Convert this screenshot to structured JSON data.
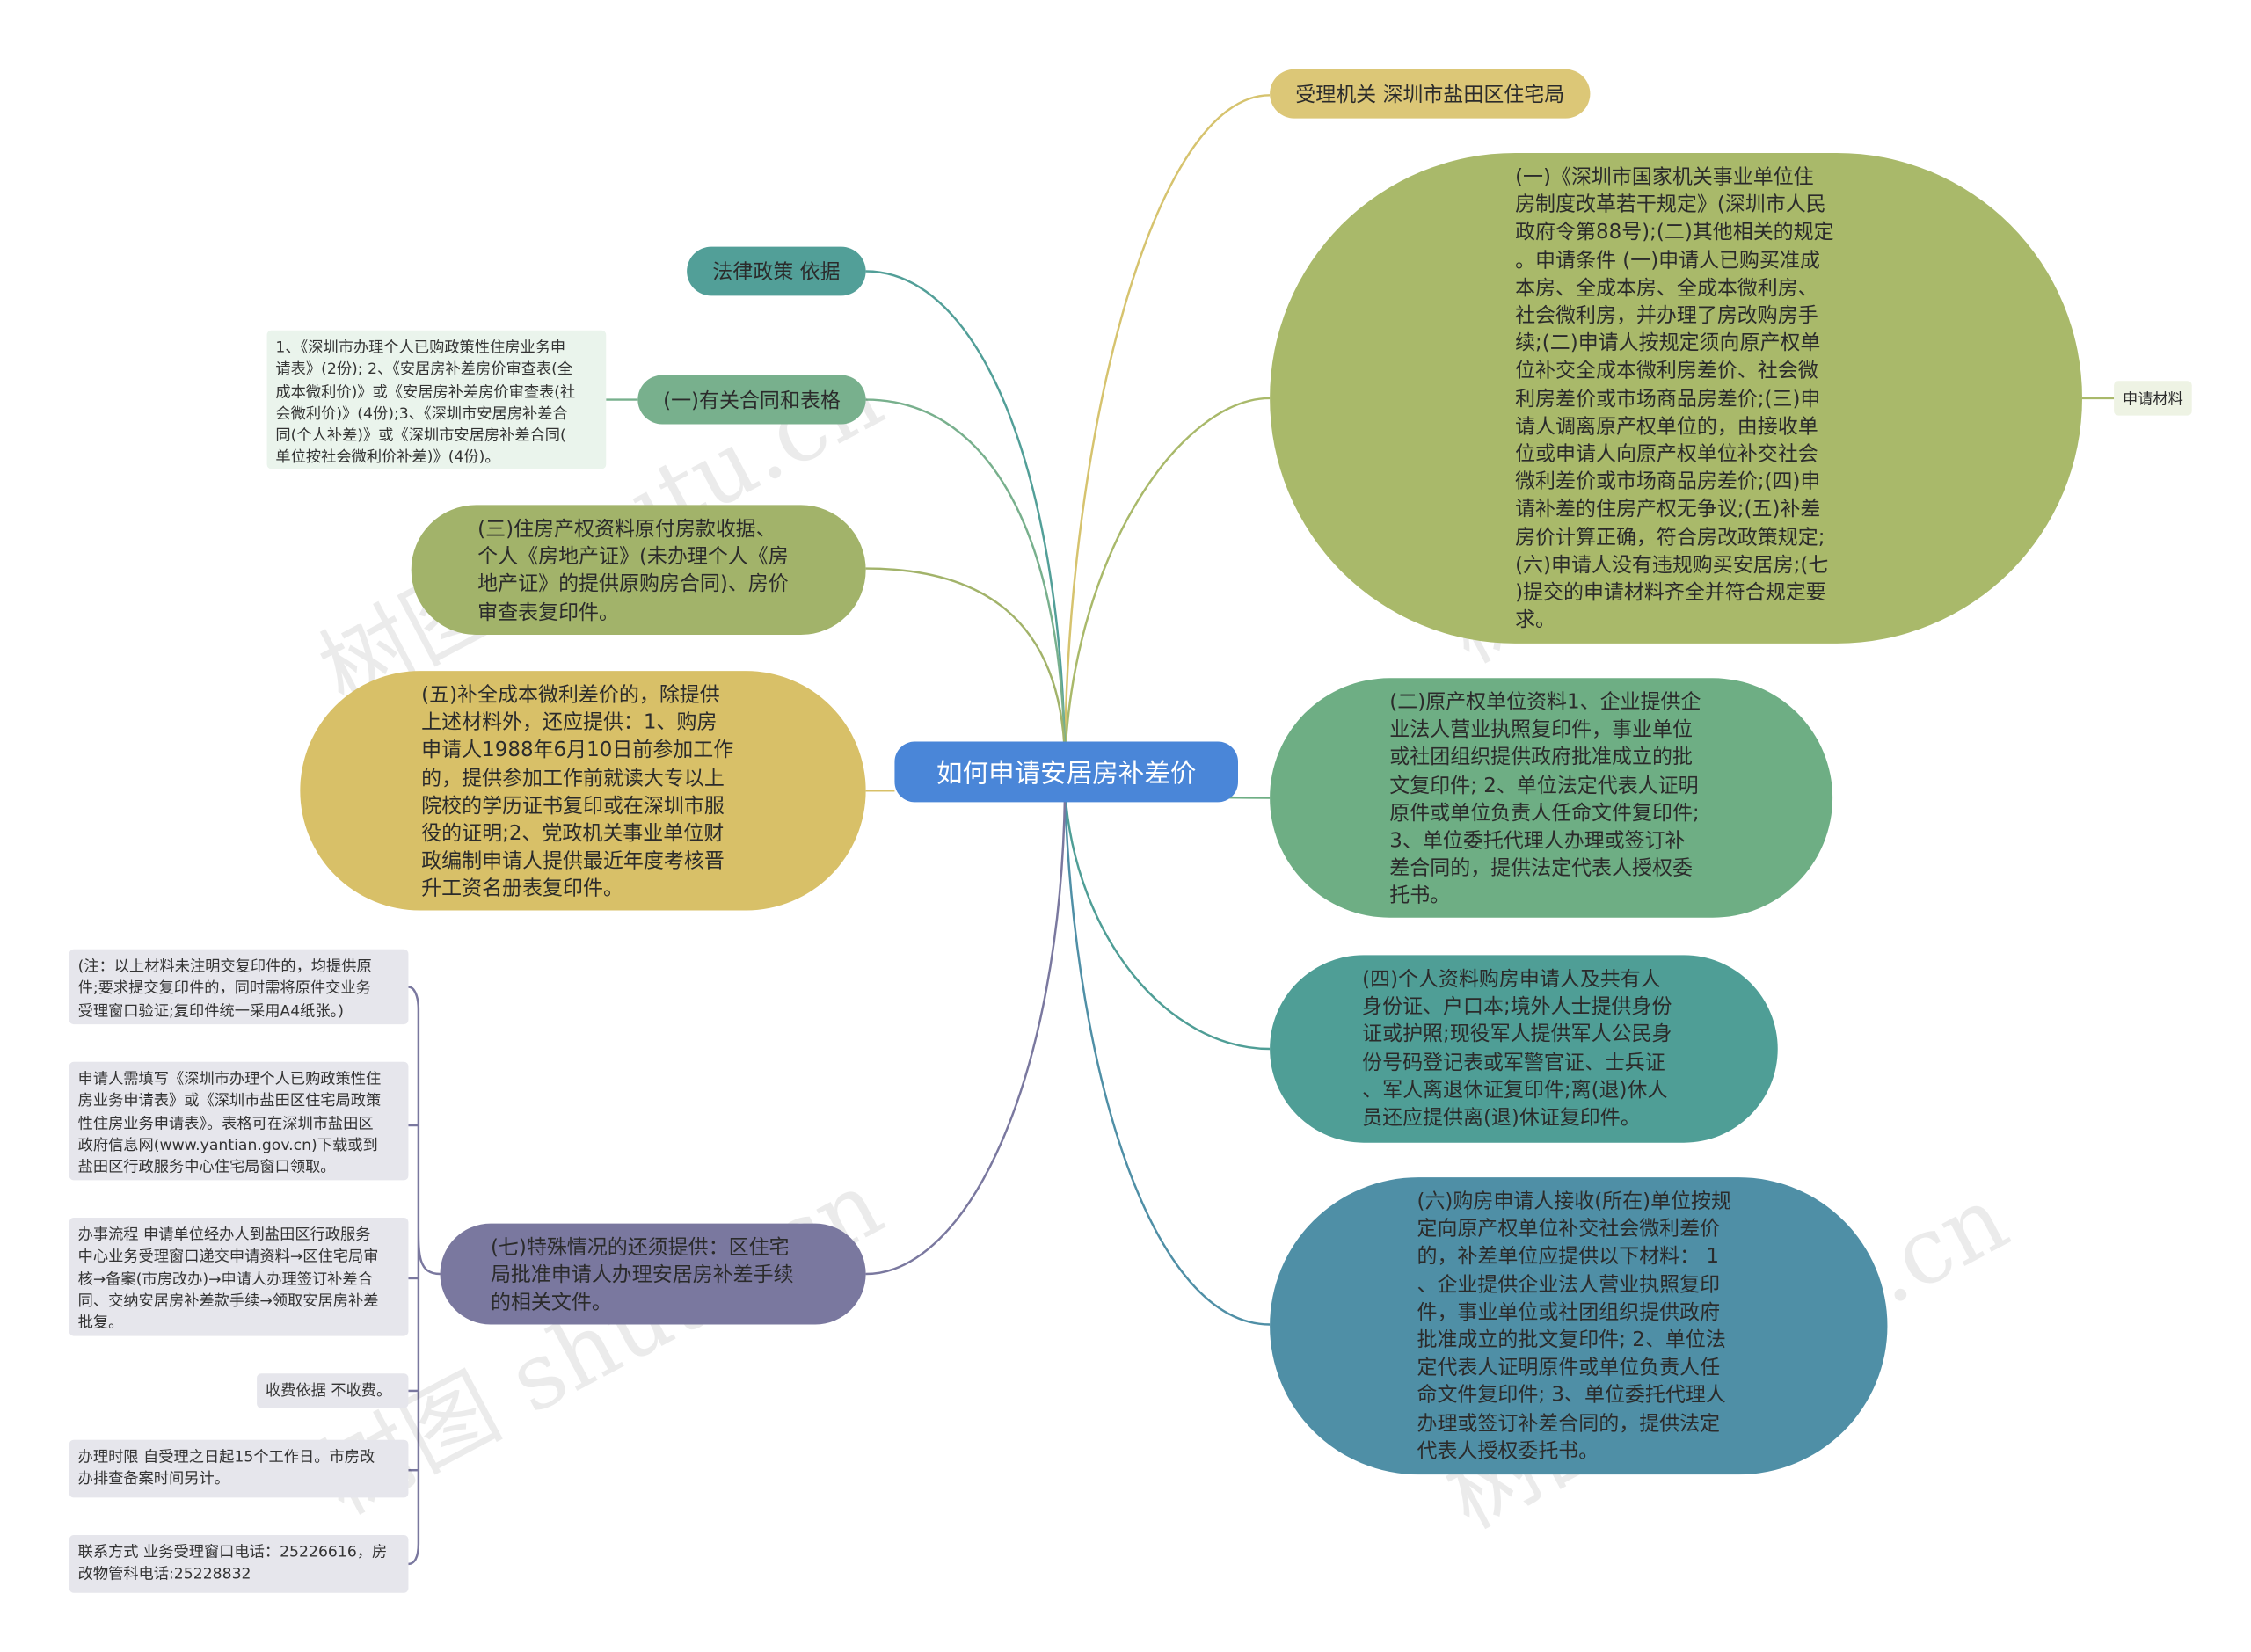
{
  "center": "如何申请安居房补差价",
  "right": {
    "acceptor": "受理机关 深圳市盐田区住宅局",
    "materials_big": "(一)《深圳市国家机关事业单位住\n房制度改革若干规定》(深圳市人民\n政府令第88号);(二)其他相关的规定\n。申请条件 (一)申请人已购买准成\n本房、全成本房、全成本微利房、\n社会微利房，并办理了房改购房手\n续;(二)申请人按规定须向原产权单\n位补交全成本微利房差价、社会微\n利房差价或市场商品房差价;(三)申\n请人调离原产权单位的，由接收单\n位或申请人向原产权单位补交社会\n微利差价或市场商品房差价;(四)申\n请补差的住房产权无争议;(五)补差\n房价计算正确，符合房改政策规定;\n(六)申请人没有违规购买安居房;(七\n)提交的申请材料齐全并符合规定要\n求。",
    "materials_tag": "申请材料",
    "original_unit": "(二)原产权单位资料1、企业提供企\n业法人营业执照复印件，事业单位\n或社团组织提供政府批准成立的批\n文复印件; 2、单位法定代表人证明\n原件或单位负责人任命文件复印件;\n3、单位委托代理人办理或签订补\n差合同的，提供法定代表人授权委\n托书。",
    "personal": "(四)个人资料购房申请人及共有人\n身份证、户口本;境外人士提供身份\n证或护照;现役军人提供军人公民身\n份号码登记表或军警官证、士兵证\n、军人离退休证复印件;离(退)休人\n员还应提供离(退)休证复印件。",
    "six": "(六)购房申请人接收(所在)单位按规\n定向原产权单位补交社会微利差价\n的，补差单位应提供以下材料： 1\n、企业提供企业法人营业执照复印\n件，事业单位或社团组织提供政府\n批准成立的批文复印件; 2、单位法\n定代表人证明原件或单位负责人任\n命文件复印件; 3、单位委托代理人\n办理或签订补差合同的，提供法定\n代表人授权委托书。"
  },
  "left": {
    "legal": "法律政策 依据",
    "contracts": "(一)有关合同和表格",
    "contracts_detail": "1、《深圳市办理个人已购政策性住房业务申\n请表》(2份); 2、《安居房补差房价审查表(全\n成本微利价)》或《安居房补差房价审查表(社\n会微利价)》(4份);3、《深圳市安居房补差合\n同(个人补差)》或《深圳市安居房补差合同(\n单位按社会微利价补差)》(4份)。",
    "property": "(三)住房产权资料原付房款收据、\n个人《房地产证》(未办理个人《房\n地产证》的提供原购房合同)、房价\n审查表复印件。",
    "five": "(五)补全成本微利差价的，除提供\n上述材料外，还应提供：1、购房\n申请人1988年6月10日前参加工作\n的，提供参加工作前就读大专以上\n院校的学历证书复印或在深圳市服\n役的证明;2、党政机关事业单位财\n政编制申请人提供最近年度考核晋\n升工资名册表复印件。",
    "seven": "(七)特殊情况的还须提供：区住宅\n局批准申请人办理安居房补差手续\n的相关文件。",
    "notes": [
      "(注：以上材料未注明交复印件的，均提供原\n件;要求提交复印件的，同时需将原件交业务\n受理窗口验证;复印件统一采用A4纸张。)",
      "申请人需填写《深圳市办理个人已购政策性住\n房业务申请表》或《深圳市盐田区住宅局政策\n性住房业务申请表》。表格可在深圳市盐田区\n政府信息网(www.yantian.gov.cn)下载或到\n盐田区行政服务中心住宅局窗口领取。",
      "办事流程 申请单位经办人到盐田区行政服务\n中心业务受理窗口递交申请资料→区住宅局审\n核→备案(市房改办)→申请人办理签订补差合\n同、交纳安居房补差款手续→领取安居房补差\n批复。",
      "收费依据 不收费。",
      "办理时限 自受理之日起15个工作日。市房改\n办排查备案时间另计。",
      "联系方式 业务受理窗口电话：25226616，房\n改物管科电话:25228832"
    ]
  },
  "watermark": "树图 shutu.cn",
  "colors": {
    "center": "#4a86d8",
    "acceptor": "#dcc777",
    "olive": "#a9b96a",
    "green": "#6eae84",
    "teal": "#4f9e96",
    "blue_teal": "#4f8fa6",
    "legal": "#529f98",
    "contracts": "#78b08d",
    "property": "#a2b36a",
    "five": "#d8c068",
    "seven": "#7a789f"
  }
}
